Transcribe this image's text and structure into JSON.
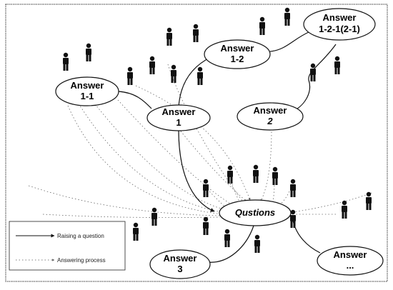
{
  "nodes": {
    "answer_1_1": [
      "Answer",
      "1-1"
    ],
    "answer_1": [
      "Answer",
      "1"
    ],
    "answer_1_2": [
      "Answer",
      "1-2"
    ],
    "answer_1_2_1": [
      "Answer",
      "1-2-1(2-1)"
    ],
    "answer_2": [
      "Answer",
      "2"
    ],
    "question": [
      "Qustions"
    ],
    "answer_3": [
      "Answer",
      "3"
    ],
    "answer_more": [
      "Answer",
      "..."
    ]
  },
  "legend": {
    "raising": "Raising a question",
    "answering": "Answering process"
  },
  "colors": {
    "line": "#111111",
    "dotted": "#555555",
    "person": "#111111"
  }
}
